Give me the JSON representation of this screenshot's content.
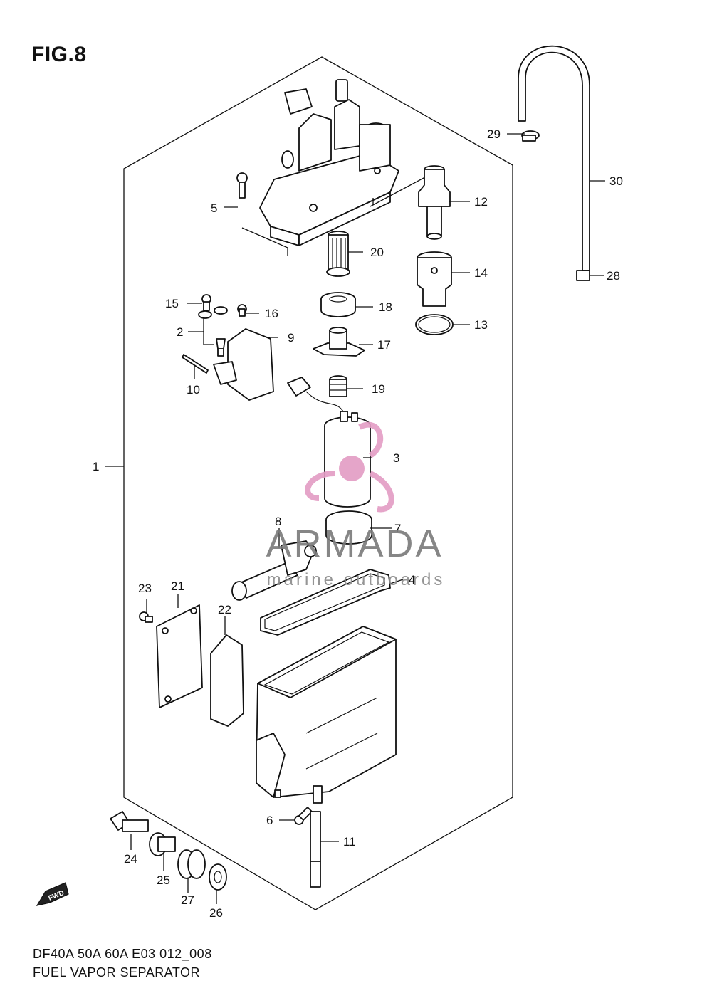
{
  "figure": {
    "title": "FIG.8",
    "code": "DF40A 50A 60A E03 012_008",
    "name": "FUEL VAPOR SEPARATOR"
  },
  "callouts": [
    "1",
    "2",
    "3",
    "4",
    "5",
    "6",
    "7",
    "8",
    "9",
    "10",
    "11",
    "12",
    "13",
    "14",
    "15",
    "16",
    "17",
    "18",
    "19",
    "20",
    "21",
    "22",
    "23",
    "24",
    "25",
    "26",
    "27",
    "28",
    "29",
    "30"
  ],
  "fwd_marker": "FWD",
  "watermark": {
    "brand": "ARMADA",
    "tagline": "marine outboards",
    "logo_color": "#e39cc4",
    "text_color": "#7a7a7a"
  },
  "colors": {
    "line": "#111111",
    "background": "#ffffff"
  }
}
